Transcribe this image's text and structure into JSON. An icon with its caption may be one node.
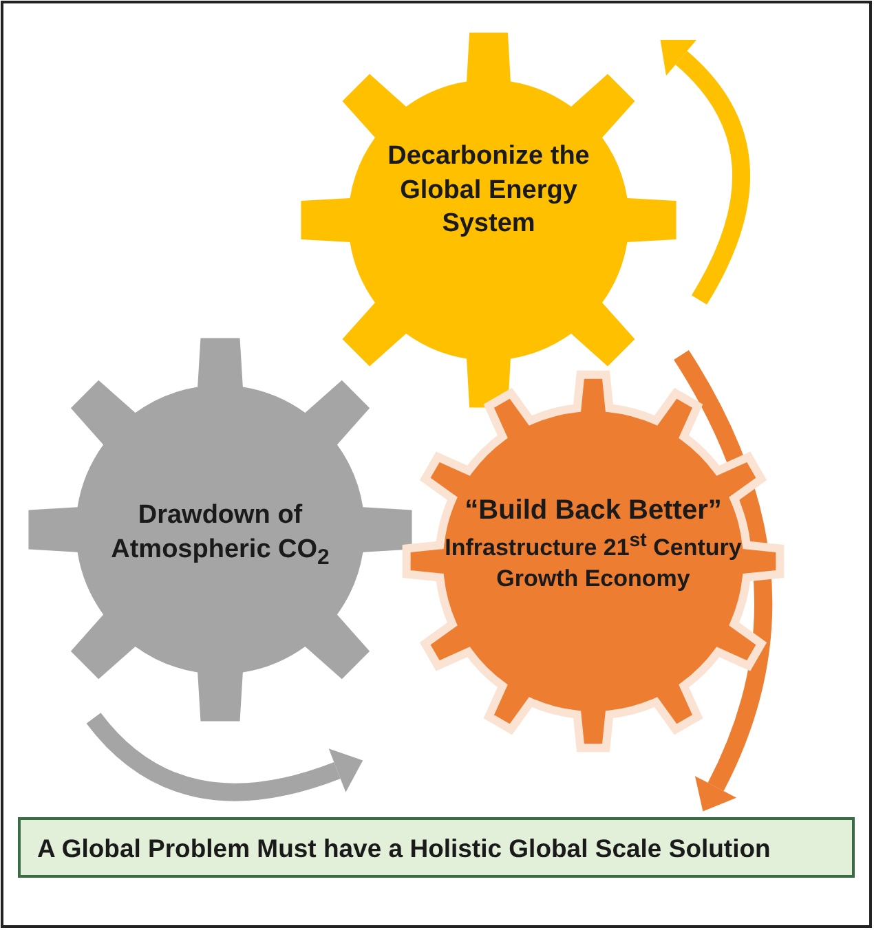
{
  "diagram": {
    "nodes": [
      {
        "text": [
          "Decarbonize the Global Energy System"
        ]
      },
      {
        "text": [
          "Drawdown of Atmospheric CO$_{2}$"
        ]
      },
      {
        "text": [
          "“Build Back Better”",
          "Infrastructure 21$^{st}$ Century Growth Economy"
        ]
      },
      {
        "text": [
          "A Global Problem Must have a Holistic Global Scale Solution"
        ]
      }
    ]
  }
}
